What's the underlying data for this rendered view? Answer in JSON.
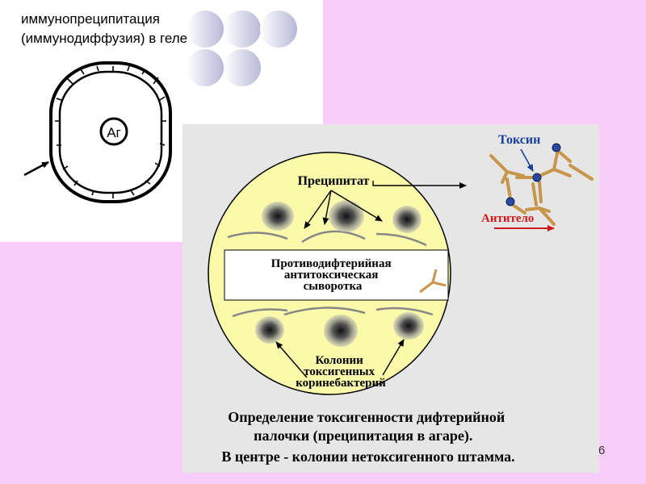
{
  "slide": {
    "title_line1": "иммунопреципитация",
    "title_line2": "(иммунодиффузия) в геле",
    "page_number": "6",
    "background_color": "#f8ccf8",
    "decorative_circles": 5
  },
  "left_diagram": {
    "antigen_label": "Аг"
  },
  "right_figure": {
    "precipitate_label": "Преципитат",
    "toxin_label": "Токсин",
    "antibody_label": "Антитело",
    "serum_label_lines": [
      "Противодифтерийная",
      "антитоксическая",
      "сыворотка"
    ],
    "colonies_label_lines": [
      "Колонии",
      "токсигенных",
      "коринебактерий"
    ],
    "caption_lines": [
      "Определение токсигенности дифтерийной",
      "палочки (преципитация в агаре).",
      "В центре - колонии нетоксигенного штамма."
    ],
    "colors": {
      "panel": "#e6e6e6",
      "agar": "#fafaaa",
      "antibody": "#c8964b",
      "toxin": "#2a48a0",
      "antibody_label": "#d01818",
      "toxin_label": "#1a3f9a"
    }
  }
}
